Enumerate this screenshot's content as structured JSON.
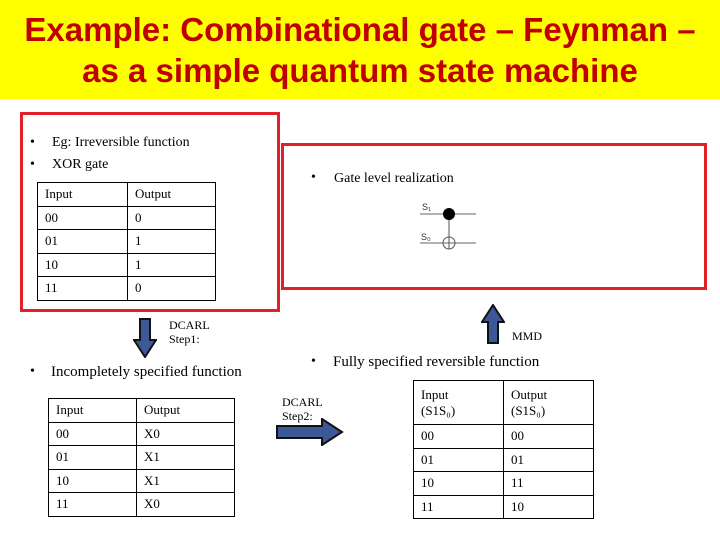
{
  "title": {
    "line1": "Example: Combinational gate – Feynman –",
    "line2": "as a simple quantum state machine"
  },
  "left_box": {
    "bullets": [
      "Eg: Irreversible function",
      "XOR gate"
    ],
    "table": {
      "headers": [
        "Input",
        "Output"
      ],
      "rows": [
        [
          "00",
          "0"
        ],
        [
          "01",
          "1"
        ],
        [
          "10",
          "1"
        ],
        [
          "11",
          "0"
        ]
      ]
    }
  },
  "right_box": {
    "bullet": "Gate level realization",
    "circuit": {
      "top_label": "S₁",
      "bottom_label": "S₀"
    }
  },
  "arrows": {
    "step1_label_line1": "DCARL",
    "step1_label_line2": "Step1:",
    "step2_label_line1": "DCARL",
    "step2_label_line2": "Step2:",
    "mmd_label": "MMD"
  },
  "incomplete": {
    "bullet": "Incompletely specified function",
    "table": {
      "headers": [
        "Input",
        "Output"
      ],
      "rows": [
        [
          "00",
          "X0"
        ],
        [
          "01",
          "X1"
        ],
        [
          "10",
          "X1"
        ],
        [
          "11",
          "X0"
        ]
      ]
    }
  },
  "reversible": {
    "bullet": "Fully specified reversible function",
    "table": {
      "headers": [
        [
          "Input",
          "(S1S₀)"
        ],
        [
          "Output",
          "(S1S₀)"
        ]
      ],
      "rows": [
        [
          "00",
          "00"
        ],
        [
          "01",
          "01"
        ],
        [
          "10",
          "11"
        ],
        [
          "11",
          "10"
        ]
      ]
    }
  },
  "colors": {
    "title_bg": "#ffff00",
    "title_text": "#c00000",
    "box_border": "#e0202a",
    "arrow_fill": "#3c5898",
    "arrow_border": "#111111"
  }
}
